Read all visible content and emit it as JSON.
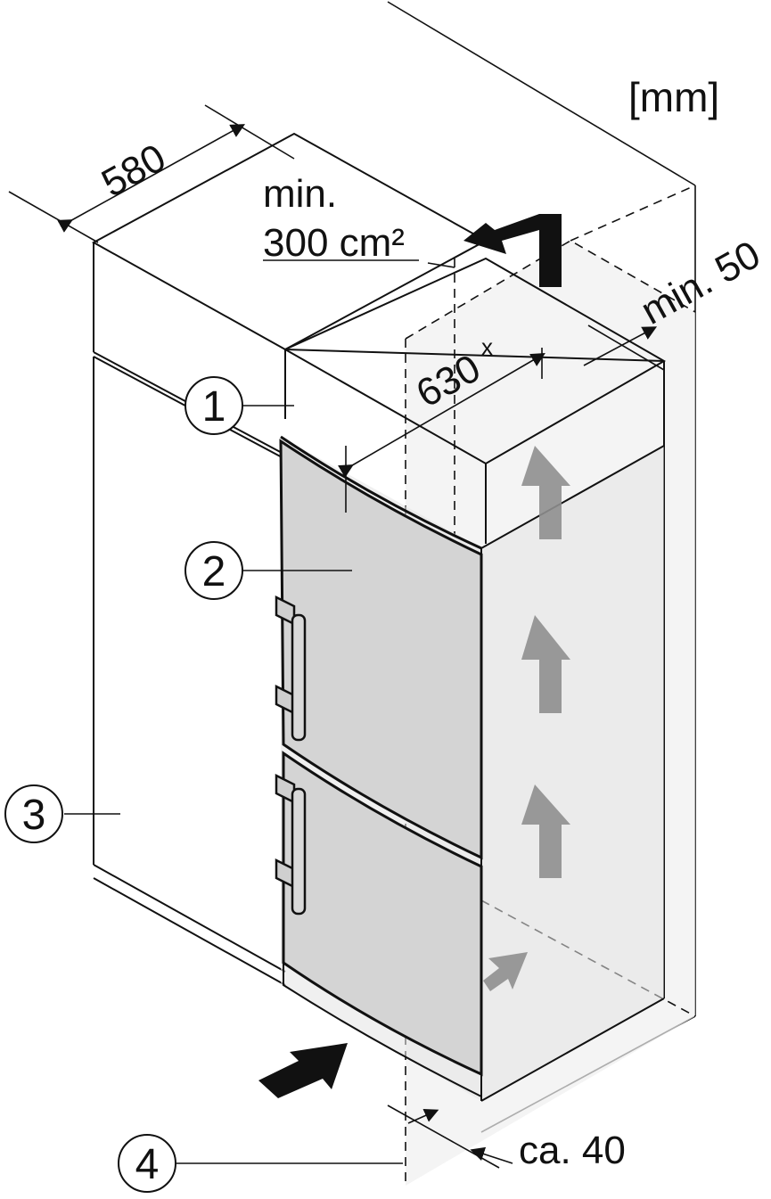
{
  "unit_label": "[mm]",
  "dimensions": {
    "depth_cabinet": "580",
    "vent_min": "min.",
    "vent_area": "300 cm²",
    "depth_total": "630",
    "depth_total_note": "x",
    "gap_top": "min. 50",
    "gap_front": "ca. 40"
  },
  "callouts": [
    {
      "number": "1"
    },
    {
      "number": "2"
    },
    {
      "number": "3"
    },
    {
      "number": "4"
    }
  ],
  "colors": {
    "line": "#111111",
    "appliance_fill": "#e3e3e3",
    "door_fill": "#d4d4d4",
    "air_zone_fill": "#efefef",
    "airflow_arrow": "#8f8f8f",
    "intake_arrow": "#111111"
  }
}
